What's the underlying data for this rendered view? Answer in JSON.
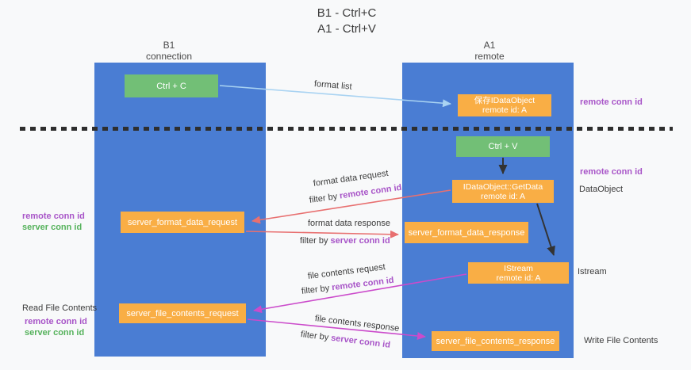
{
  "colors": {
    "panel_blue": "#4a7dd3",
    "node_green": "#72bf76",
    "node_orange": "#f9ae45",
    "arrow_red": "#e87070",
    "arrow_magenta": "#cb4bcb",
    "arrow_lightblue": "#a9d3f2",
    "arrow_dark": "#333333",
    "text_purple": "#a855c8",
    "text_green": "#55b25b"
  },
  "title": {
    "line1": "B1 - Ctrl+C",
    "line2": "A1 - Ctrl+V"
  },
  "columns": {
    "left": {
      "name": "B1",
      "role": "connection"
    },
    "right": {
      "name": "A1",
      "role": "remote"
    }
  },
  "nodes": {
    "ctrl_c": {
      "label": "Ctrl + C"
    },
    "ctrl_v": {
      "label": "Ctrl + V"
    },
    "save_dataobject": {
      "line1": "保存IDataObject",
      "line2": "remote id: A"
    },
    "getdata": {
      "line1": "IDataObject::GetData",
      "line2": "remote id: A"
    },
    "istream": {
      "line1": "IStream",
      "line2": "remote id: A"
    },
    "server_format_data_request": {
      "label": "server_format_data_request"
    },
    "server_format_data_response": {
      "label": "server_format_data_response"
    },
    "server_file_contents_request": {
      "label": "server_file_contents_request"
    },
    "server_file_contents_response": {
      "label": "server_file_contents_response"
    }
  },
  "side_labels": {
    "remote_conn_id_top_right": "remote conn id",
    "remote_conn_id_mid_right": "remote conn id",
    "dataobject": "DataObject",
    "istream": "Istream",
    "write_file_contents": "Write File Contents",
    "read_file_contents": "Read File Contents",
    "remote_conn_id_mid_left": "remote conn id",
    "server_conn_id_mid_left": "server conn id",
    "remote_conn_id_bottom_left": "remote conn id",
    "server_conn_id_bottom_left": "server conn id"
  },
  "flow_labels": {
    "format_list": "format list",
    "format_data_request": "format data request",
    "format_data_response": "format data response",
    "file_contents_request": "file contents request",
    "file_contents_response": "file contents response",
    "filter_by": "filter by ",
    "remote_conn_id": "remote conn id",
    "server_conn_id": "server conn id"
  }
}
